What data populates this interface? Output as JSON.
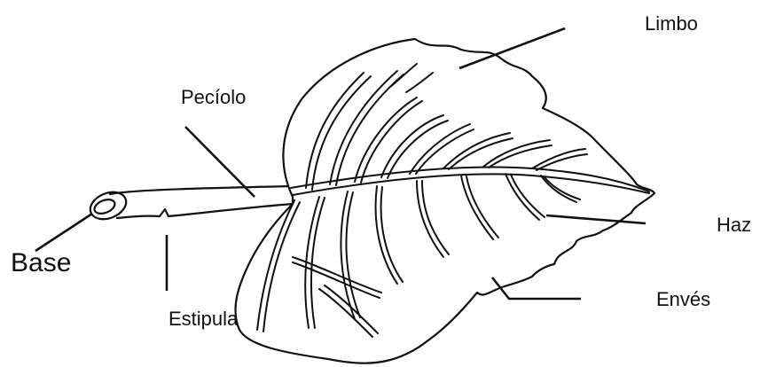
{
  "labels": {
    "limbo": "Limbo",
    "peciolo": "Pecíolo",
    "haz": "Haz",
    "base": "Base",
    "enves": "Envés",
    "estipula": "Estipula"
  },
  "colors": {
    "ink": "#111111",
    "background": "#ffffff"
  }
}
